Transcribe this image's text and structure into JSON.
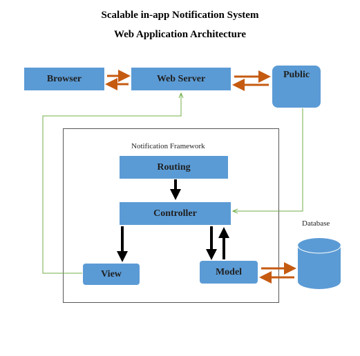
{
  "header": {
    "title": "Scalable in-app Notification System",
    "subtitle": "Web Application Architecture"
  },
  "nodes": {
    "browser": "Browser",
    "web_server": "Web Server",
    "public": "Public",
    "routing": "Routing",
    "controller": "Controller",
    "view": "View",
    "model": "Model",
    "database": "Database"
  },
  "frame_label": "Notification Framework",
  "colors": {
    "box_fill": "#5b9bd5",
    "db_fill": "#5b9bd5",
    "arrow_orange": "#c55a11",
    "arrow_green_line": "#70ad47",
    "arrow_black": "#000000"
  }
}
